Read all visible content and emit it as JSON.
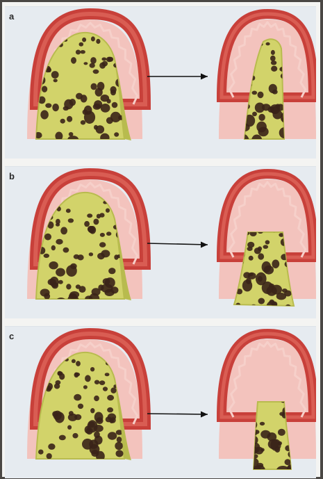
{
  "panels": [
    {
      "label": "a",
      "type": "narrow-crest"
    },
    {
      "label": "b",
      "type": "flat-top"
    },
    {
      "label": "c",
      "type": "narrow-reduced"
    }
  ],
  "colors": {
    "gum_dark": "#c8403a",
    "gum_mid": "#e06a5e",
    "gum_light": "#f3c3bd",
    "bone": "#d2d36a",
    "bone_edge": "#b8bb4e",
    "pore": "#3a2418",
    "arrow": "#111111"
  }
}
